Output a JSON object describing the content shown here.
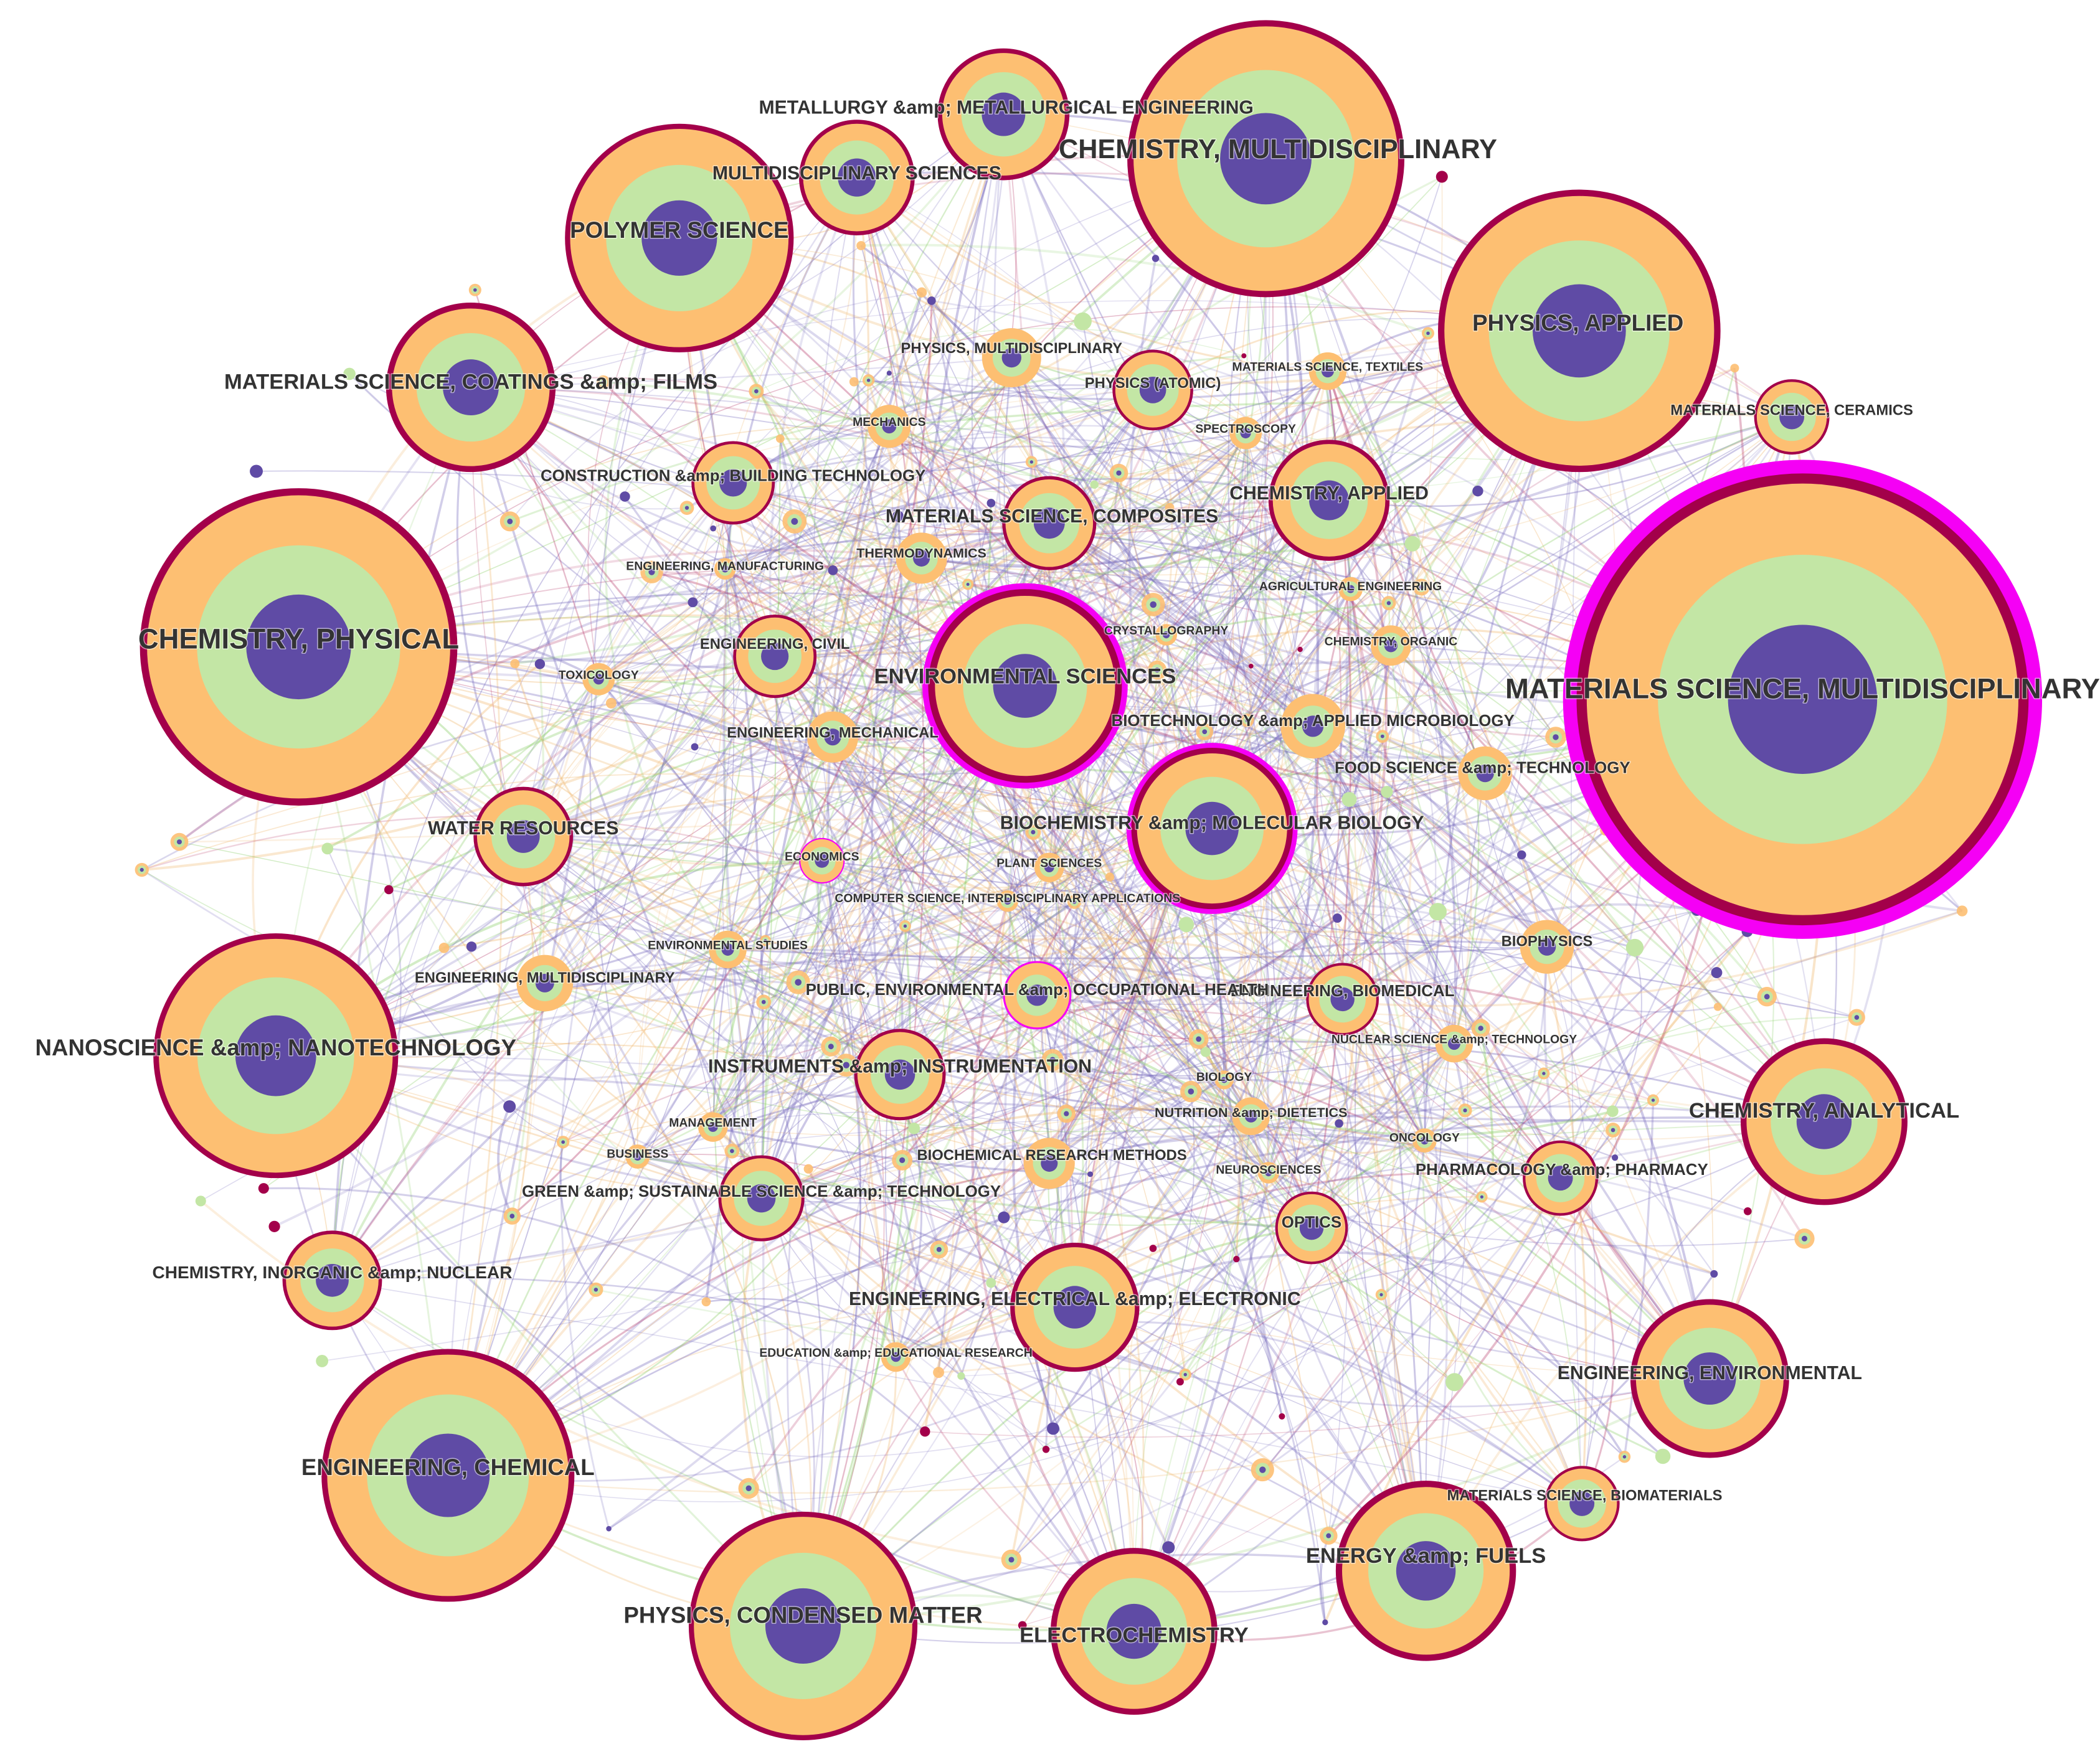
{
  "colors": {
    "outer_ring": "#fdbf72",
    "mid_ring": "#c3e6a5",
    "core": "#5f4ba5",
    "border": "#a3004a",
    "highlight": "#f500f5",
    "edge_main": "#7b6fbf",
    "edge_warm": "#f0b870",
    "edge_red": "#b8406e",
    "edge_green": "#8ccf6a"
  },
  "nodes": [
    {
      "id": "materials-science-multidisciplinary",
      "label": "MATERIALS SCIENCE, MULTIDISCIPLINARY",
      "size": 5,
      "highlight": true
    },
    {
      "id": "chemistry-physical",
      "label": "CHEMISTRY, PHYSICAL",
      "size": 5
    },
    {
      "id": "chemistry-multidisciplinary",
      "label": "CHEMISTRY, MULTIDISCIPLINARY",
      "size": 5
    },
    {
      "id": "physics-applied",
      "label": "PHYSICS, APPLIED",
      "size": 5
    },
    {
      "id": "nanoscience-nanotechnology",
      "label": "NANOSCIENCE &amp; NANOTECHNOLOGY",
      "size": 5
    },
    {
      "id": "engineering-chemical",
      "label": "ENGINEERING, CHEMICAL",
      "size": 5
    },
    {
      "id": "polymer-science",
      "label": "POLYMER SCIENCE",
      "size": 4
    },
    {
      "id": "physics-condensed-matter",
      "label": "PHYSICS, CONDENSED MATTER",
      "size": 4
    },
    {
      "id": "environmental-sciences",
      "label": "ENVIRONMENTAL SCIENCES",
      "size": 4,
      "highlight": true
    },
    {
      "id": "energy-fuels",
      "label": "ENERGY &amp; FUELS",
      "size": 4
    },
    {
      "id": "materials-science-coatings-films",
      "label": "MATERIALS SCIENCE, COATINGS &amp; FILMS",
      "size": 4
    },
    {
      "id": "biochemistry-molecular-biology",
      "label": "BIOCHEMISTRY &amp; MOLECULAR BIOLOGY",
      "size": 4,
      "highlight": true
    },
    {
      "id": "chemistry-analytical",
      "label": "CHEMISTRY, ANALYTICAL",
      "size": 4
    },
    {
      "id": "electrochemistry",
      "label": "ELECTROCHEMISTRY",
      "size": 4
    },
    {
      "id": "engineering-environmental",
      "label": "ENGINEERING, ENVIRONMENTAL",
      "size": 4
    },
    {
      "id": "engineering-electrical-electronic",
      "label": "ENGINEERING, ELECTRICAL &amp; ELECTRONIC",
      "size": 4
    },
    {
      "id": "metallurgy-metallurgical-engineering",
      "label": "METALLURGY &amp; METALLURGICAL ENGINEERING",
      "size": 3
    },
    {
      "id": "chemistry-applied",
      "label": "CHEMISTRY, APPLIED",
      "size": 3
    },
    {
      "id": "multidisciplinary-sciences",
      "label": "MULTIDISCIPLINARY SCIENCES",
      "size": 3
    },
    {
      "id": "water-resources",
      "label": "WATER RESOURCES",
      "size": 3
    },
    {
      "id": "chemistry-inorganic-nuclear",
      "label": "CHEMISTRY, INORGANIC &amp; NUCLEAR",
      "size": 3
    },
    {
      "id": "instruments-instrumentation",
      "label": "INSTRUMENTS &amp; INSTRUMENTATION",
      "size": 3
    },
    {
      "id": "materials-science-composites",
      "label": "MATERIALS SCIENCE, COMPOSITES",
      "size": 3
    },
    {
      "id": "construction-building-technology",
      "label": "CONSTRUCTION &amp; BUILDING TECHNOLOGY",
      "size": 3
    },
    {
      "id": "pharmacology-pharmacy",
      "label": "PHARMACOLOGY &amp; PHARMACY",
      "size": 2
    },
    {
      "id": "green-sustainable-science-technology",
      "label": "GREEN &amp; SUSTAINABLE SCIENCE &amp; TECHNOLOGY",
      "size": 2
    },
    {
      "id": "engineering-biomedical",
      "label": "ENGINEERING, BIOMEDICAL",
      "size": 2
    },
    {
      "id": "optics",
      "label": "OPTICS",
      "size": 2
    },
    {
      "id": "physics-atomic",
      "label": "PHYSICS (ATOMIC)",
      "size": 2
    },
    {
      "id": "materials-science-biomaterials",
      "label": "MATERIALS SCIENCE, BIOMATERIALS",
      "size": 2
    },
    {
      "id": "materials-science-ceramics",
      "label": "MATERIALS SCIENCE, CERAMICS",
      "size": 2
    },
    {
      "id": "engineering-civil",
      "label": "ENGINEERING, CIVIL",
      "size": 2
    },
    {
      "id": "food-science-technology",
      "label": "FOOD SCIENCE &amp; TECHNOLOGY",
      "size": 2
    },
    {
      "id": "biotechnology-applied-microbiology",
      "label": "BIOTECHNOLOGY &amp; APPLIED MICROBIOLOGY",
      "size": 2
    },
    {
      "id": "physics-multidisciplinary",
      "label": "PHYSICS, MULTIDISCIPLINARY",
      "size": 2
    },
    {
      "id": "biochemical-research-methods",
      "label": "BIOCHEMICAL RESEARCH METHODS",
      "size": 2
    },
    {
      "id": "engineering-mechanical",
      "label": "ENGINEERING, MECHANICAL",
      "size": 2
    },
    {
      "id": "engineering-multidisciplinary",
      "label": "ENGINEERING, MULTIDISCIPLINARY",
      "size": 2
    },
    {
      "id": "public-environmental-occupational-health",
      "label": "PUBLIC, ENVIRONMENTAL &amp; OCCUPATIONAL HEALTH",
      "size": 2,
      "highlight": true
    },
    {
      "id": "biophysics",
      "label": "BIOPHYSICS",
      "size": 1
    },
    {
      "id": "thermodynamics",
      "label": "THERMODYNAMICS",
      "size": 1
    },
    {
      "id": "economics",
      "label": "ECONOMICS",
      "size": 1,
      "highlight": true
    },
    {
      "id": "mechanics",
      "label": "MECHANICS",
      "size": 1
    },
    {
      "id": "nutrition-dietetics",
      "label": "NUTRITION &amp; DIETETICS",
      "size": 1
    },
    {
      "id": "materials-science-textiles",
      "label": "MATERIALS SCIENCE, TEXTILES",
      "size": 1
    },
    {
      "id": "chemistry-organic",
      "label": "CHEMISTRY, ORGANIC",
      "size": 1
    },
    {
      "id": "environmental-studies",
      "label": "ENVIRONMENTAL STUDIES",
      "size": 1
    },
    {
      "id": "nuclear-science-technology",
      "label": "NUCLEAR SCIENCE &amp; TECHNOLOGY",
      "size": 1
    },
    {
      "id": "spectroscopy",
      "label": "SPECTROSCOPY",
      "size": 1
    },
    {
      "id": "agricultural-engineering",
      "label": "AGRICULTURAL ENGINEERING",
      "size": 1
    },
    {
      "id": "crystallography",
      "label": "CRYSTALLOGRAPHY",
      "size": 1
    },
    {
      "id": "toxicology",
      "label": "TOXICOLOGY",
      "size": 1
    },
    {
      "id": "engineering-manufacturing",
      "label": "ENGINEERING, MANUFACTURING",
      "size": 1
    },
    {
      "id": "plant-sciences",
      "label": "PLANT SCIENCES",
      "size": 1
    },
    {
      "id": "computer-science-interdisciplinary-applications",
      "label": "COMPUTER SCIENCE, INTERDISCIPLINARY APPLICATIONS",
      "size": 1
    },
    {
      "id": "management",
      "label": "MANAGEMENT",
      "size": 1
    },
    {
      "id": "business",
      "label": "BUSINESS",
      "size": 1
    },
    {
      "id": "biology",
      "label": "BIOLOGY",
      "size": 1
    },
    {
      "id": "oncology",
      "label": "ONCOLOGY",
      "size": 1
    },
    {
      "id": "neurosciences",
      "label": "NEUROSCIENCES",
      "size": 1
    },
    {
      "id": "education-educational-research",
      "label": "EDUCATION &amp; EDUCATIONAL RESEARCH",
      "size": 1
    }
  ]
}
